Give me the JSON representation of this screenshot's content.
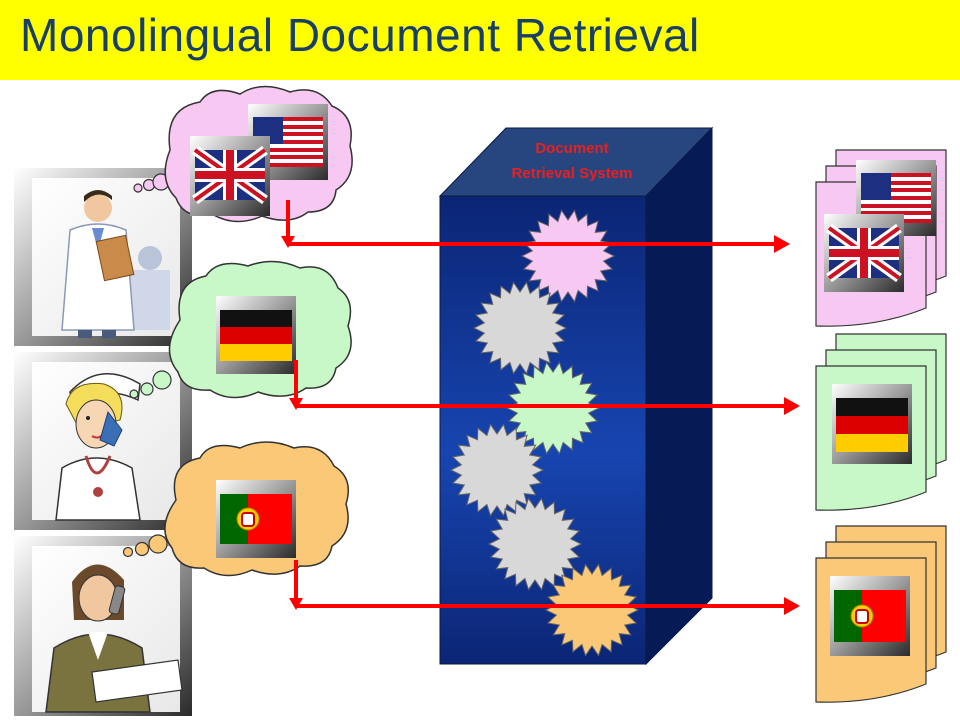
{
  "header": {
    "title": "Monolingual Document Retrieval"
  },
  "system": {
    "label_line1": "Document",
    "label_line2": "Retrieval System"
  },
  "colors": {
    "title_bg": "#ffff00",
    "title_text": "#1a3f66",
    "arrow": "#ff0000",
    "system_front": "#0c2a80",
    "system_side": "#061a55",
    "system_top": "#27457f",
    "system_label": "#e82020",
    "english": "#f7c8f2",
    "german": "#c8f8c8",
    "portuguese": "#fbc878",
    "neutral_burst": "#d8d8d8"
  },
  "users": [
    {
      "role": "doctor-clipart",
      "languages": [
        "uk-flag",
        "us-flag"
      ],
      "bubble_color": "#f7c8f2"
    },
    {
      "role": "nurse-clipart",
      "languages": [
        "german-flag"
      ],
      "bubble_color": "#c8f8c8"
    },
    {
      "role": "businesswoman-clipart",
      "languages": [
        "portugal-flag"
      ],
      "bubble_color": "#fbc878"
    }
  ],
  "bursts": [
    "#f7c8f2",
    "#d8d8d8",
    "#c8f8c8",
    "#d8d8d8",
    "#d8d8d8",
    "#fbc878"
  ],
  "documents": [
    {
      "language": "english",
      "color": "#f7c8f2"
    },
    {
      "language": "german",
      "color": "#c8f8c8"
    },
    {
      "language": "portuguese",
      "color": "#fbc878"
    }
  ]
}
